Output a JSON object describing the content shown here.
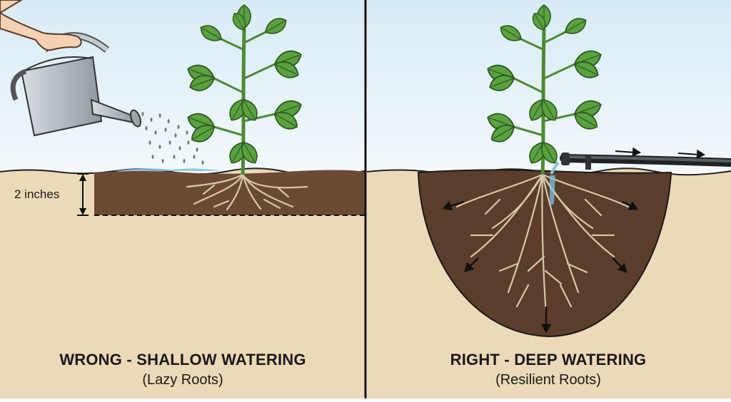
{
  "left_panel": {
    "title": "WRONG - SHALLOW WATERING",
    "subtitle": "(Lazy Roots)",
    "depth_label": "2 inches"
  },
  "right_panel": {
    "title": "RIGHT - DEEP WATERING",
    "subtitle": "(Resilient Roots)"
  },
  "colors": {
    "sky": "#e4f1f7",
    "soil_light": "#ecd9b8",
    "soil_dark": "#5b3d2b",
    "leaf": "#5aa140",
    "stem": "#4e8a35",
    "root": "#d6c7a8",
    "water": "#7fc3e3",
    "can": "#b9c0c6"
  },
  "icons": [
    "watering-can-icon",
    "hand-icon",
    "drip-hose-icon",
    "arrow-icon"
  ]
}
